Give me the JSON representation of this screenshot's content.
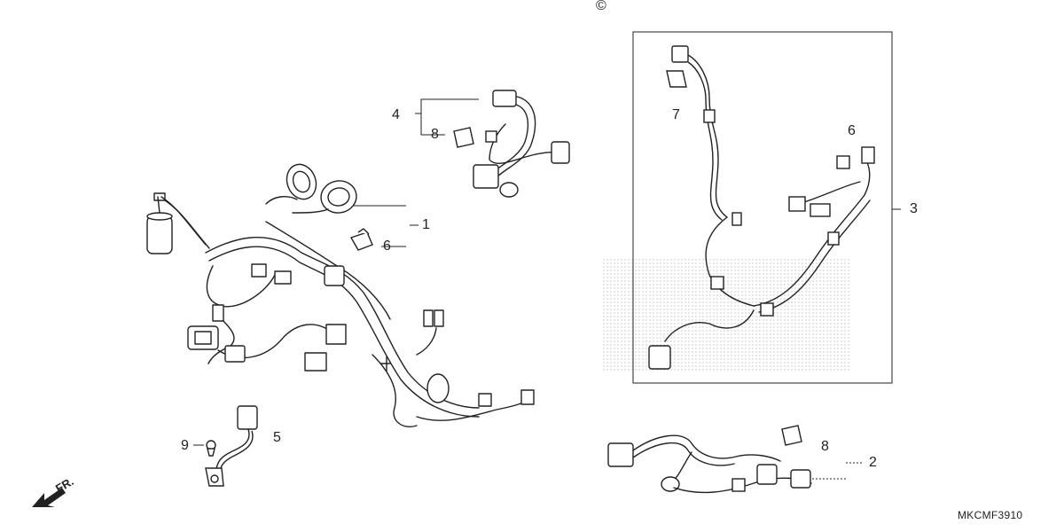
{
  "copyright_symbol": "©",
  "callouts": {
    "c1": "1",
    "c2": "2",
    "c3": "3",
    "c4": "4",
    "c5": "5",
    "c6a": "6",
    "c6b": "6",
    "c7": "7",
    "c8a": "8",
    "c8b": "8",
    "c9": "9"
  },
  "front_indicator": "FR.",
  "diagram_code": "MKCMF3910",
  "colors": {
    "line": "#222222",
    "halftone": "#bdbdbd",
    "background": "#ffffff"
  },
  "icons": [
    "wire-harness",
    "clamp",
    "connector",
    "sensor",
    "bolt",
    "front-arrow-icon"
  ]
}
